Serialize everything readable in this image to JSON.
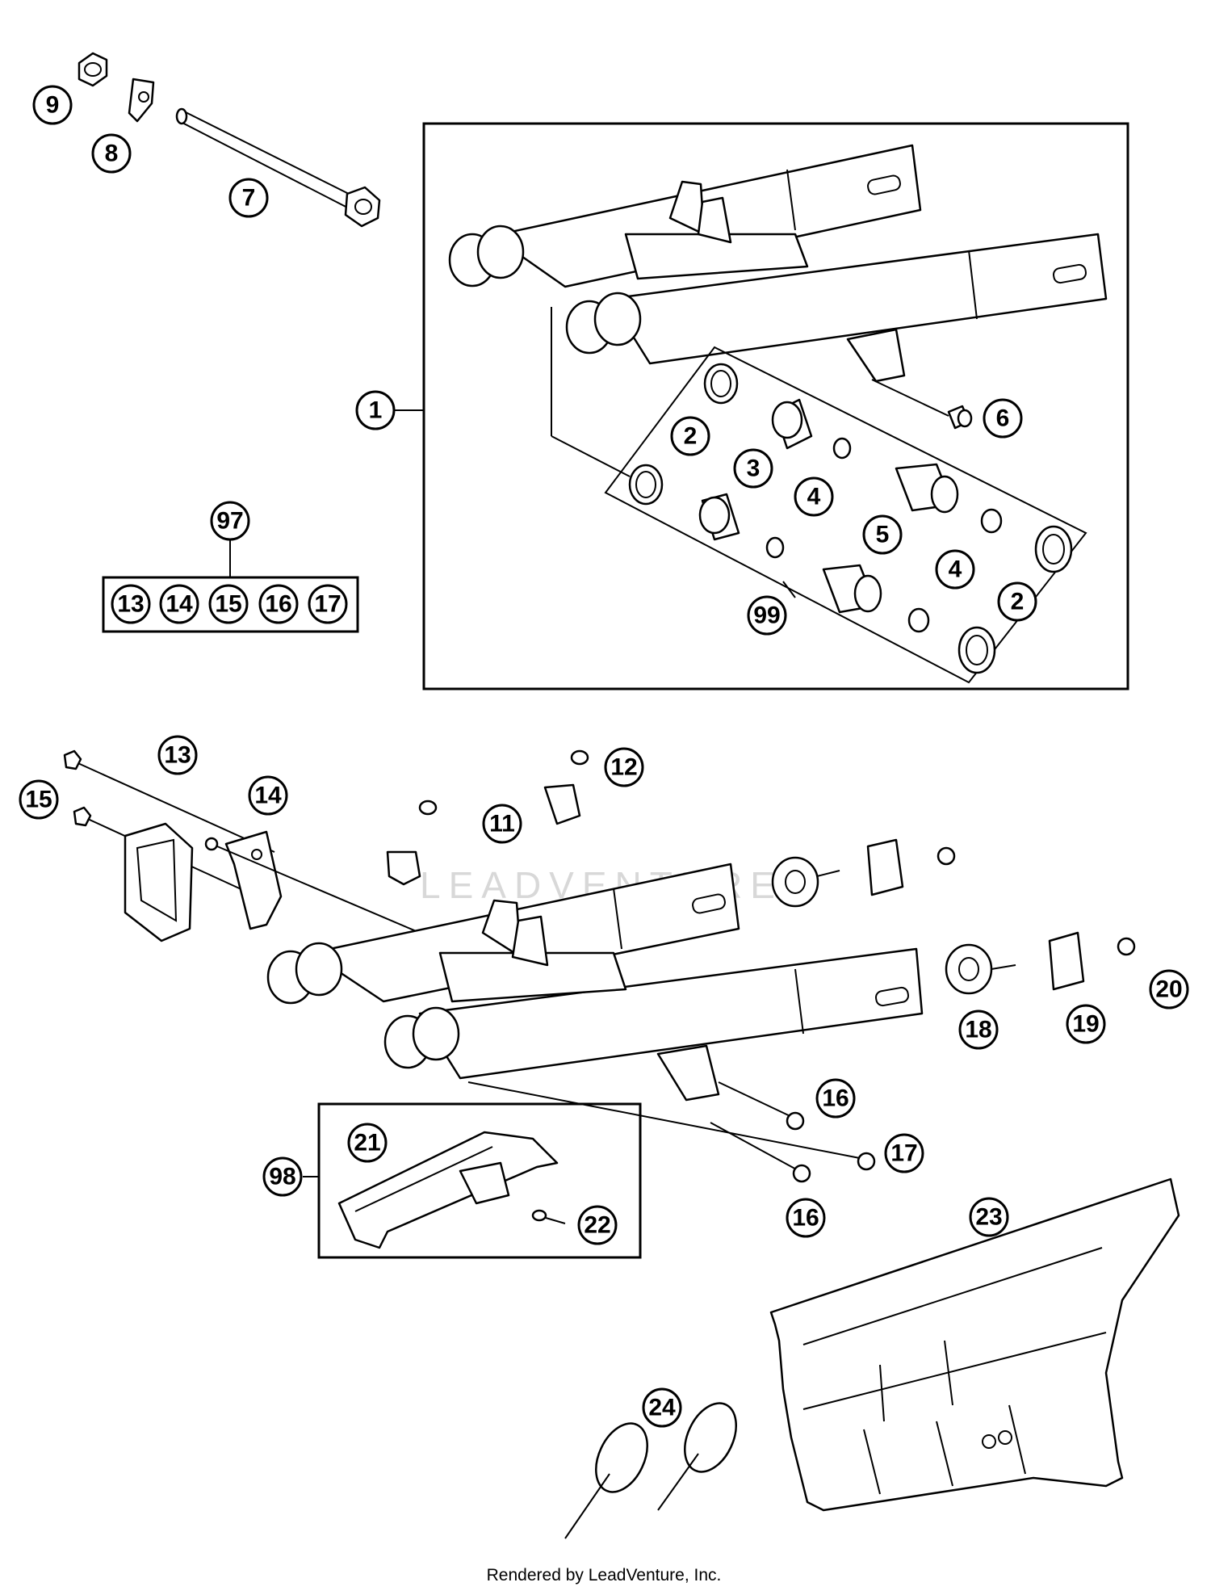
{
  "callouts": [
    {
      "id": "c9",
      "label": "9"
    },
    {
      "id": "c8",
      "label": "8"
    },
    {
      "id": "c7",
      "label": "7"
    },
    {
      "id": "c1",
      "label": "1"
    },
    {
      "id": "c6",
      "label": "6"
    },
    {
      "id": "c2a",
      "label": "2"
    },
    {
      "id": "c3",
      "label": "3"
    },
    {
      "id": "c4a",
      "label": "4"
    },
    {
      "id": "c5",
      "label": "5"
    },
    {
      "id": "c4b",
      "label": "4"
    },
    {
      "id": "c2b",
      "label": "2"
    },
    {
      "id": "c99",
      "label": "99"
    },
    {
      "id": "c97",
      "label": "97"
    },
    {
      "id": "k13",
      "label": "13"
    },
    {
      "id": "k14",
      "label": "14"
    },
    {
      "id": "k15",
      "label": "15"
    },
    {
      "id": "k16",
      "label": "16"
    },
    {
      "id": "k17",
      "label": "17"
    },
    {
      "id": "c13",
      "label": "13"
    },
    {
      "id": "c15",
      "label": "15"
    },
    {
      "id": "c14",
      "label": "14"
    },
    {
      "id": "c12",
      "label": "12"
    },
    {
      "id": "c11",
      "label": "11"
    },
    {
      "id": "c18",
      "label": "18"
    },
    {
      "id": "c19",
      "label": "19"
    },
    {
      "id": "c20",
      "label": "20"
    },
    {
      "id": "c16a",
      "label": "16"
    },
    {
      "id": "c17",
      "label": "17"
    },
    {
      "id": "c16b",
      "label": "16"
    },
    {
      "id": "c21",
      "label": "21"
    },
    {
      "id": "c98",
      "label": "98"
    },
    {
      "id": "c22",
      "label": "22"
    },
    {
      "id": "c23",
      "label": "23"
    },
    {
      "id": "c24",
      "label": "24"
    }
  ],
  "footer": "Rendered by LeadVenture, Inc.",
  "watermark": "LEADVENTURE"
}
